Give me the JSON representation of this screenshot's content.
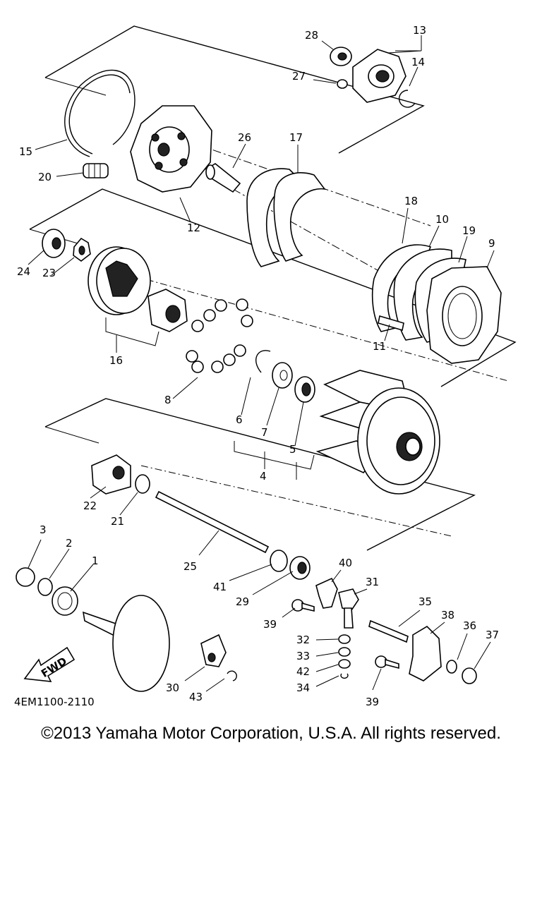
{
  "diagram": {
    "callouts": [
      {
        "id": "c28",
        "text": "28"
      },
      {
        "id": "c13",
        "text": "13"
      },
      {
        "id": "c14",
        "text": "14"
      },
      {
        "id": "c27",
        "text": "27"
      },
      {
        "id": "c15",
        "text": "15"
      },
      {
        "id": "c26",
        "text": "26"
      },
      {
        "id": "c17",
        "text": "17"
      },
      {
        "id": "c20",
        "text": "20"
      },
      {
        "id": "c12",
        "text": "12"
      },
      {
        "id": "c18",
        "text": "18"
      },
      {
        "id": "c10",
        "text": "10"
      },
      {
        "id": "c19",
        "text": "19"
      },
      {
        "id": "c9",
        "text": "9"
      },
      {
        "id": "c24",
        "text": "24"
      },
      {
        "id": "c23",
        "text": "23"
      },
      {
        "id": "c11",
        "text": "11"
      },
      {
        "id": "c16",
        "text": "16"
      },
      {
        "id": "c8",
        "text": "8"
      },
      {
        "id": "c6",
        "text": "6"
      },
      {
        "id": "c7",
        "text": "7"
      },
      {
        "id": "c5",
        "text": "5"
      },
      {
        "id": "c4",
        "text": "4"
      },
      {
        "id": "c22",
        "text": "22"
      },
      {
        "id": "c21",
        "text": "21"
      },
      {
        "id": "c3",
        "text": "3"
      },
      {
        "id": "c2",
        "text": "2"
      },
      {
        "id": "c1",
        "text": "1"
      },
      {
        "id": "c25",
        "text": "25"
      },
      {
        "id": "c40",
        "text": "40"
      },
      {
        "id": "c41",
        "text": "41"
      },
      {
        "id": "c31",
        "text": "31"
      },
      {
        "id": "c29",
        "text": "29"
      },
      {
        "id": "c35",
        "text": "35"
      },
      {
        "id": "c39a",
        "text": "39"
      },
      {
        "id": "c38",
        "text": "38"
      },
      {
        "id": "c36",
        "text": "36"
      },
      {
        "id": "c37",
        "text": "37"
      },
      {
        "id": "c32",
        "text": "32"
      },
      {
        "id": "c33",
        "text": "33"
      },
      {
        "id": "c42",
        "text": "42"
      },
      {
        "id": "c34",
        "text": "34"
      },
      {
        "id": "c30",
        "text": "30"
      },
      {
        "id": "c43",
        "text": "43"
      },
      {
        "id": "c39b",
        "text": "39"
      }
    ],
    "fwd_label": "FWD",
    "drawing_code": "4EM1100-2110"
  },
  "footer": {
    "copyright": "©2013 Yamaha Motor Corporation, U.S.A. All rights reserved."
  }
}
